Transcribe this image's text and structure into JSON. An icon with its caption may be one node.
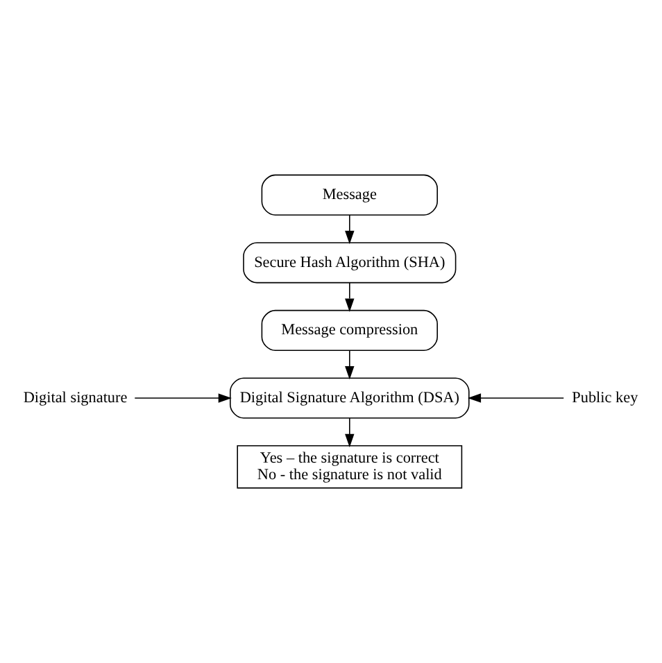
{
  "diagram": {
    "nodes": [
      {
        "text": [
          "Message"
        ]
      },
      {
        "text": [
          "Secure Hash Algorithm (SHA)"
        ]
      },
      {
        "text": [
          "Message compression"
        ]
      },
      {
        "text": [
          "Digital Signature Algorithm (DSA)"
        ]
      },
      {
        "text": [
          "Yes – the signature is correct",
          "No - the signature is not valid"
        ]
      },
      {
        "text": [
          "Digital signature"
        ]
      },
      {
        "text": [
          "Public key"
        ]
      }
    ],
    "edges": [
      {
        "from": 0,
        "to": 1,
        "arrow": "to"
      },
      {
        "from": 1,
        "to": 2,
        "arrow": "to"
      },
      {
        "from": 2,
        "to": 3,
        "arrow": "to"
      },
      {
        "from": 3,
        "to": 4,
        "arrow": "to"
      },
      {
        "from": 5,
        "to": 3,
        "arrow": "to"
      },
      {
        "from": 6,
        "to": 3,
        "arrow": "to"
      }
    ]
  }
}
